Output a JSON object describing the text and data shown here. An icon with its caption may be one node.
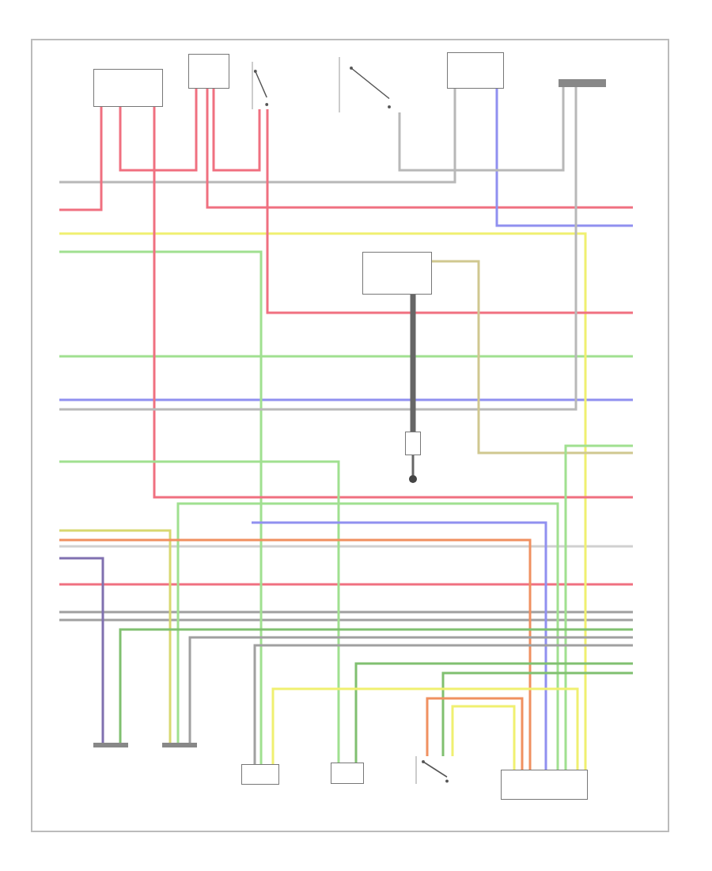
{
  "diagram": {
    "nodes": [
      {
        "text": [],
        "shape": "box"
      },
      {
        "text": [],
        "shape": "box"
      },
      {
        "text": [],
        "shape": "picture"
      },
      {
        "text": [],
        "shape": "picture"
      },
      {
        "text": [],
        "shape": "box"
      },
      {
        "text": [],
        "shape": "bar"
      },
      {
        "text": [],
        "shape": "box"
      },
      {
        "text": [],
        "shape": "box"
      },
      {
        "text": [],
        "shape": "circle"
      },
      {
        "text": [],
        "shape": "bar"
      },
      {
        "text": [],
        "shape": "bar"
      },
      {
        "text": [],
        "shape": "box"
      },
      {
        "text": [],
        "shape": "box"
      },
      {
        "text": [],
        "shape": "picture"
      },
      {
        "text": [],
        "shape": "box"
      }
    ],
    "edges": [
      {
        "from": null,
        "to": 4,
        "arrow": "none",
        "color": "#b8b8b8"
      },
      {
        "from": null,
        "to": 0,
        "arrow": "none",
        "color": "#f07080"
      },
      {
        "from": 0,
        "to": 1,
        "arrow": "none",
        "color": "#f07080"
      },
      {
        "from": 1,
        "to": 2,
        "arrow": "none",
        "color": "#f07080"
      },
      {
        "from": 1,
        "to": null,
        "arrow": "none",
        "color": "#f07080"
      },
      {
        "from": 4,
        "to": null,
        "arrow": "none",
        "color": "#9090f0"
      },
      {
        "from": null,
        "to": 14,
        "arrow": "none",
        "color": "#f0f070"
      },
      {
        "from": null,
        "to": 11,
        "arrow": "none",
        "color": "#a0e090"
      },
      {
        "from": 2,
        "to": null,
        "arrow": "none",
        "color": "#f07080"
      },
      {
        "from": 0,
        "to": null,
        "arrow": "none",
        "color": "#f07080"
      },
      {
        "from": null,
        "to": 5,
        "arrow": "none",
        "color": "#b8b8b8"
      },
      {
        "from": 6,
        "to": 7,
        "arrow": "none",
        "style": "thick",
        "color": "#666666"
      },
      {
        "from": 7,
        "to": 8,
        "arrow": "none",
        "color": "#666666"
      },
      {
        "from": 6,
        "to": null,
        "arrow": "none",
        "color": "#d0c890"
      },
      {
        "from": null,
        "to": 12,
        "arrow": "none",
        "color": "#a0e090"
      },
      {
        "from": null,
        "to": 14,
        "arrow": "none",
        "color": "#a0e090"
      },
      {
        "from": 10,
        "to": 14,
        "arrow": "none",
        "color": "#a0e090"
      },
      {
        "from": null,
        "to": 9,
        "arrow": "none",
        "color": "#8070b0"
      },
      {
        "from": null,
        "to": 10,
        "arrow": "none",
        "color": "#d8d870"
      },
      {
        "from": null,
        "to": 14,
        "arrow": "none",
        "color": "#f09060"
      },
      {
        "from": null,
        "to": 14,
        "arrow": "none",
        "color": "#9090f0"
      },
      {
        "from": 9,
        "to": null,
        "arrow": "none",
        "color": "#80c070"
      },
      {
        "from": 10,
        "to": null,
        "arrow": "none",
        "color": "#a0a0a0"
      },
      {
        "from": 11,
        "to": null,
        "arrow": "none",
        "color": "#a0a0a0"
      },
      {
        "from": 12,
        "to": null,
        "arrow": "none",
        "color": "#80c070"
      },
      {
        "from": 13,
        "to": null,
        "arrow": "none",
        "color": "#80c070"
      },
      {
        "from": 11,
        "to": 14,
        "arrow": "none",
        "color": "#f0f070"
      },
      {
        "from": 13,
        "to": 14,
        "arrow": "none",
        "color": "#f09060"
      },
      {
        "from": 13,
        "to": 14,
        "arrow": "none",
        "color": "#f0f070"
      },
      {
        "from": 3,
        "to": 5,
        "arrow": "none",
        "color": "#b8b8b8"
      }
    ]
  }
}
